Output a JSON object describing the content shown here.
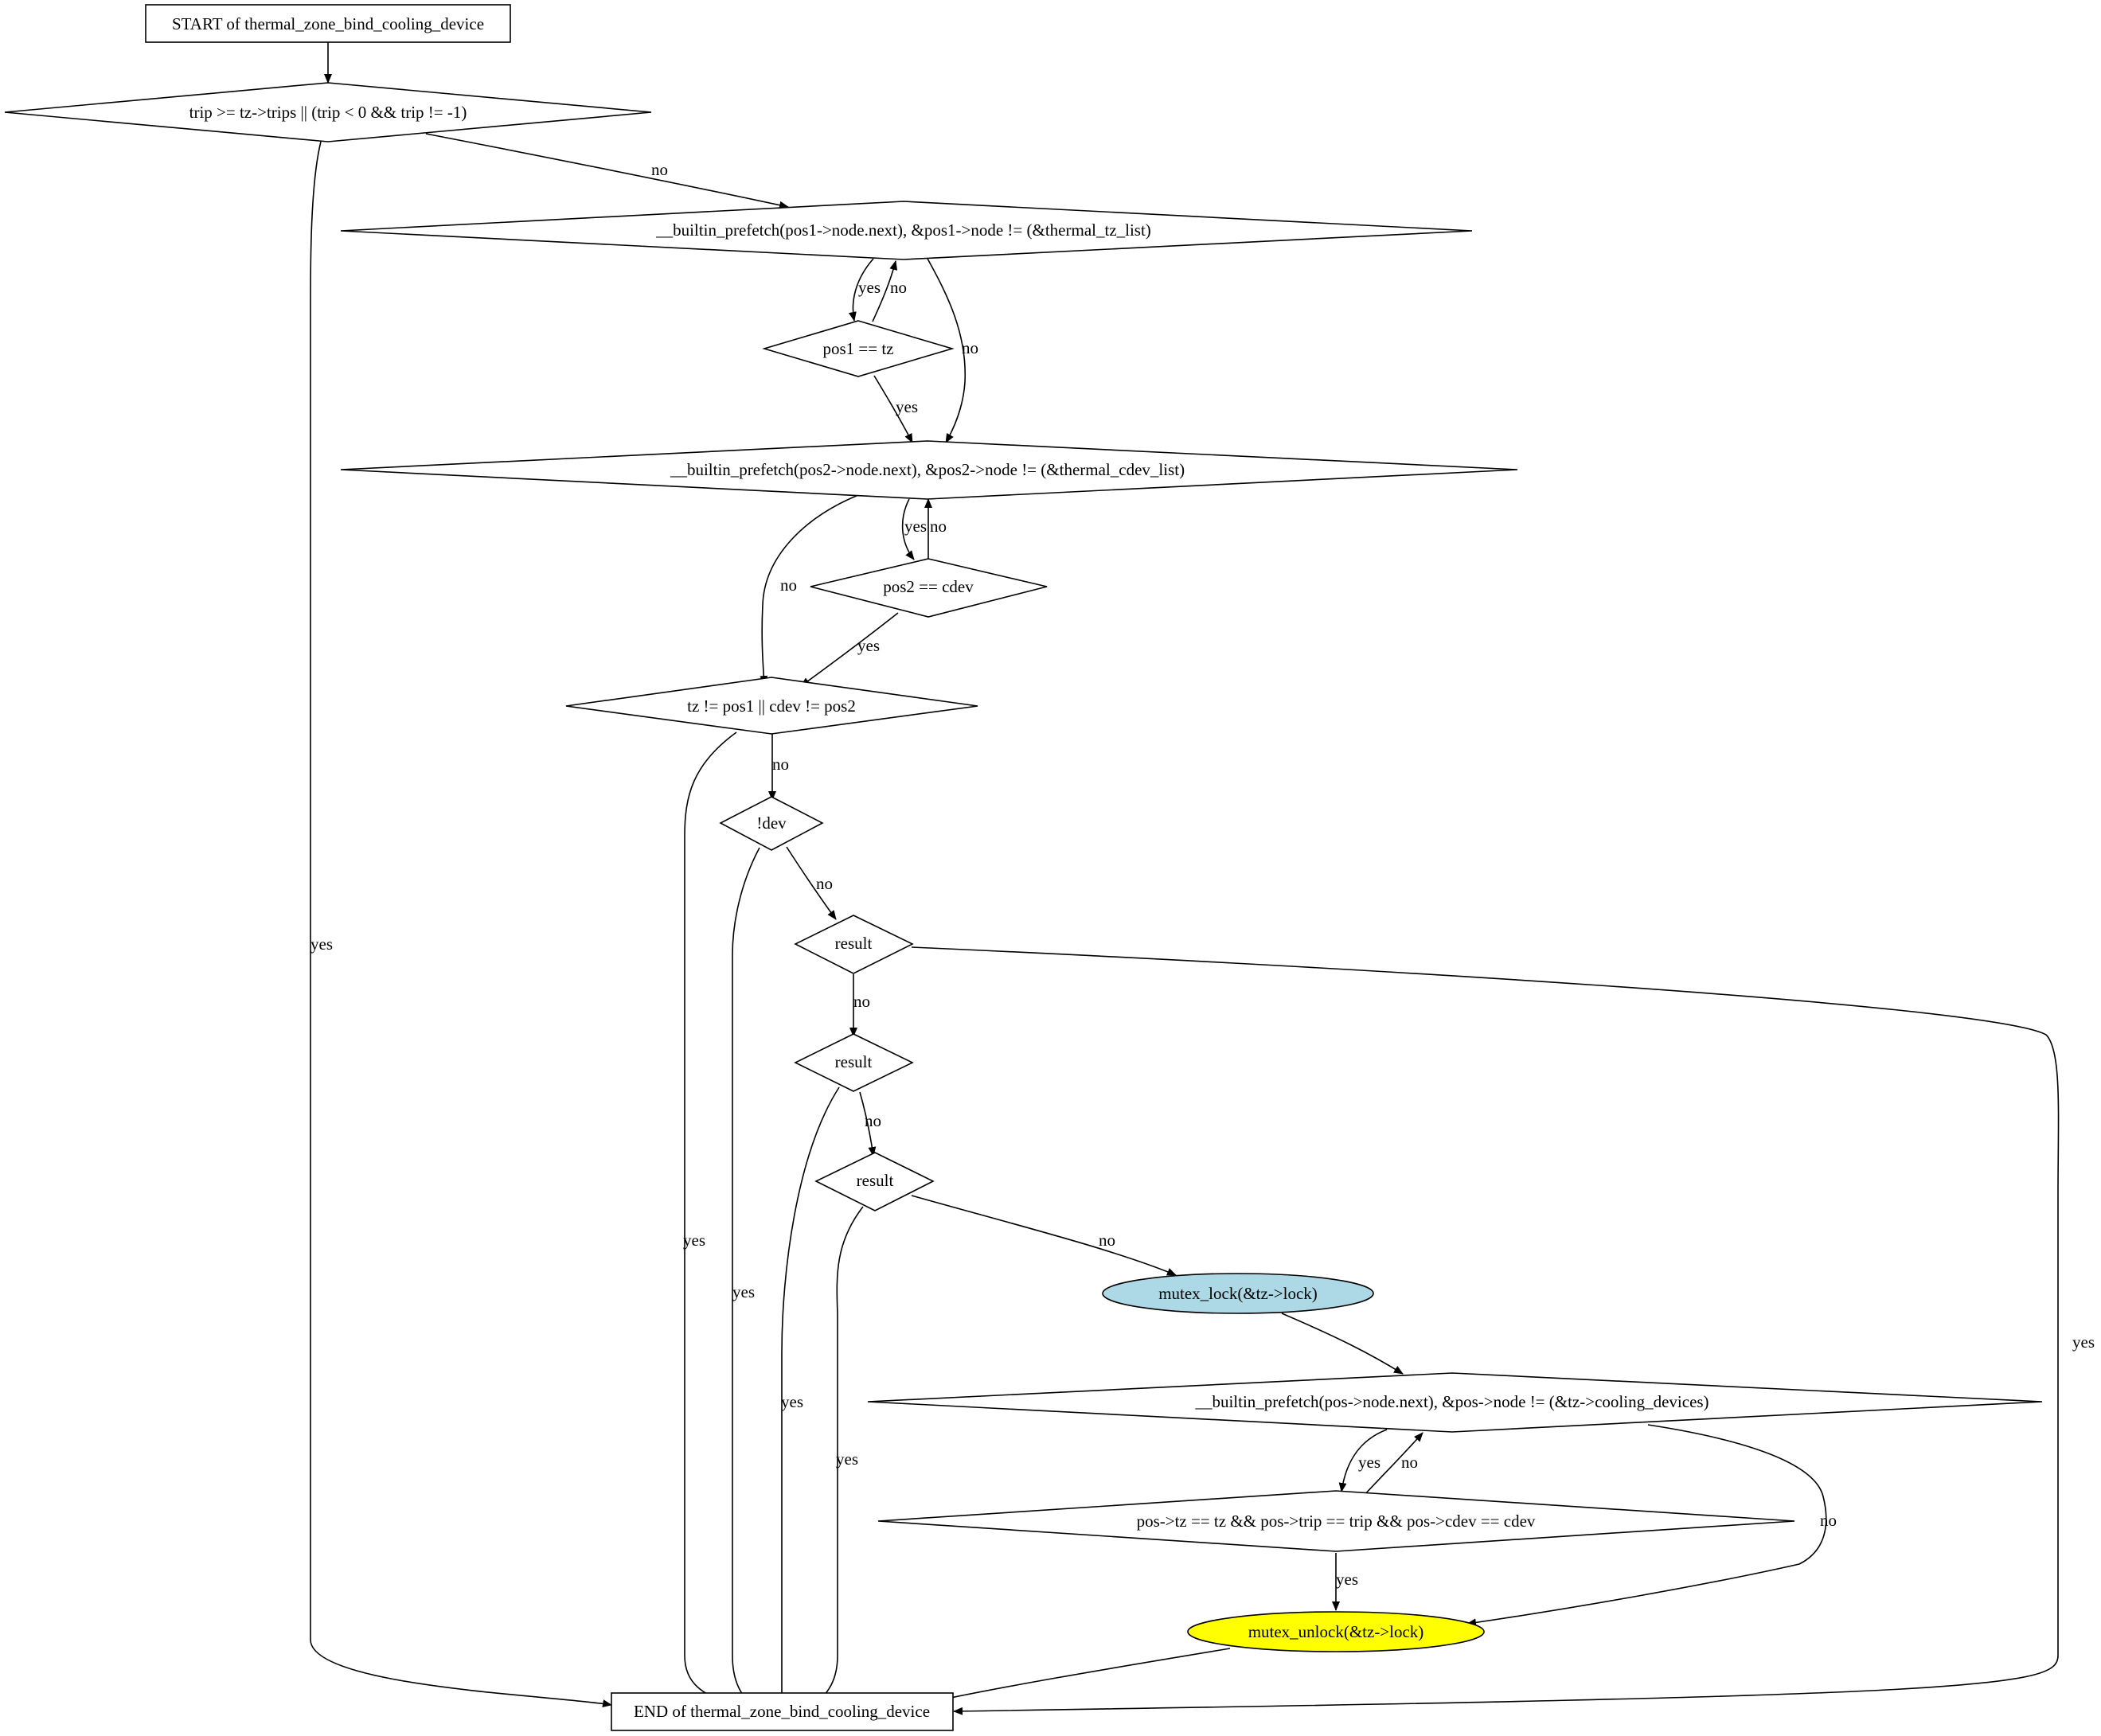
{
  "nodes": {
    "start": "START of thermal_zone_bind_cooling_device",
    "cond_trip": "trip >= tz->trips || (trip < 0 && trip != -1)",
    "loop_tz": "__builtin_prefetch(pos1->node.next), &pos1->node != (&thermal_tz_list)",
    "pos1_tz": "pos1 == tz",
    "loop_cdev": "__builtin_prefetch(pos2->node.next), &pos2->node != (&thermal_cdev_list)",
    "pos2_cdev": "pos2 == cdev",
    "tz_cdev_check": "tz != pos1 || cdev != pos2",
    "not_dev": "!dev",
    "result1": "result",
    "result2": "result",
    "result3": "result",
    "mutex_lock": "mutex_lock(&tz->lock)",
    "loop_cooling": "__builtin_prefetch(pos->node.next), &pos->node != (&tz->cooling_devices)",
    "pos_match": "pos->tz == tz && pos->trip == trip && pos->cdev == cdev",
    "mutex_unlock": "mutex_unlock(&tz->lock)",
    "end": "END of thermal_zone_bind_cooling_device"
  },
  "edge_labels": {
    "trip_yes": "yes",
    "trip_no": "no",
    "loop_tz_yes": "yes",
    "pos1_no": "no",
    "loop_tz_no": "no",
    "pos1_yes": "yes",
    "loop_cdev_yes": "yes",
    "pos2_no": "no",
    "loop_cdev_no": "no",
    "pos2_yes": "yes",
    "check_yes": "yes",
    "check_no": "no",
    "dev_yes": "yes",
    "dev_no": "no",
    "r1_yes": "yes",
    "r1_no": "no",
    "r2_yes": "yes",
    "r2_no": "no",
    "r3_yes": "yes",
    "r3_no": "no",
    "loop_cool_yes": "yes",
    "match_no": "no",
    "loop_cool_no": "no",
    "match_yes": "yes"
  },
  "colors": {
    "mutex_lock_fill": "#add8e6",
    "mutex_unlock_fill": "#ffff00",
    "stroke": "#000000",
    "background": "#ffffff"
  }
}
